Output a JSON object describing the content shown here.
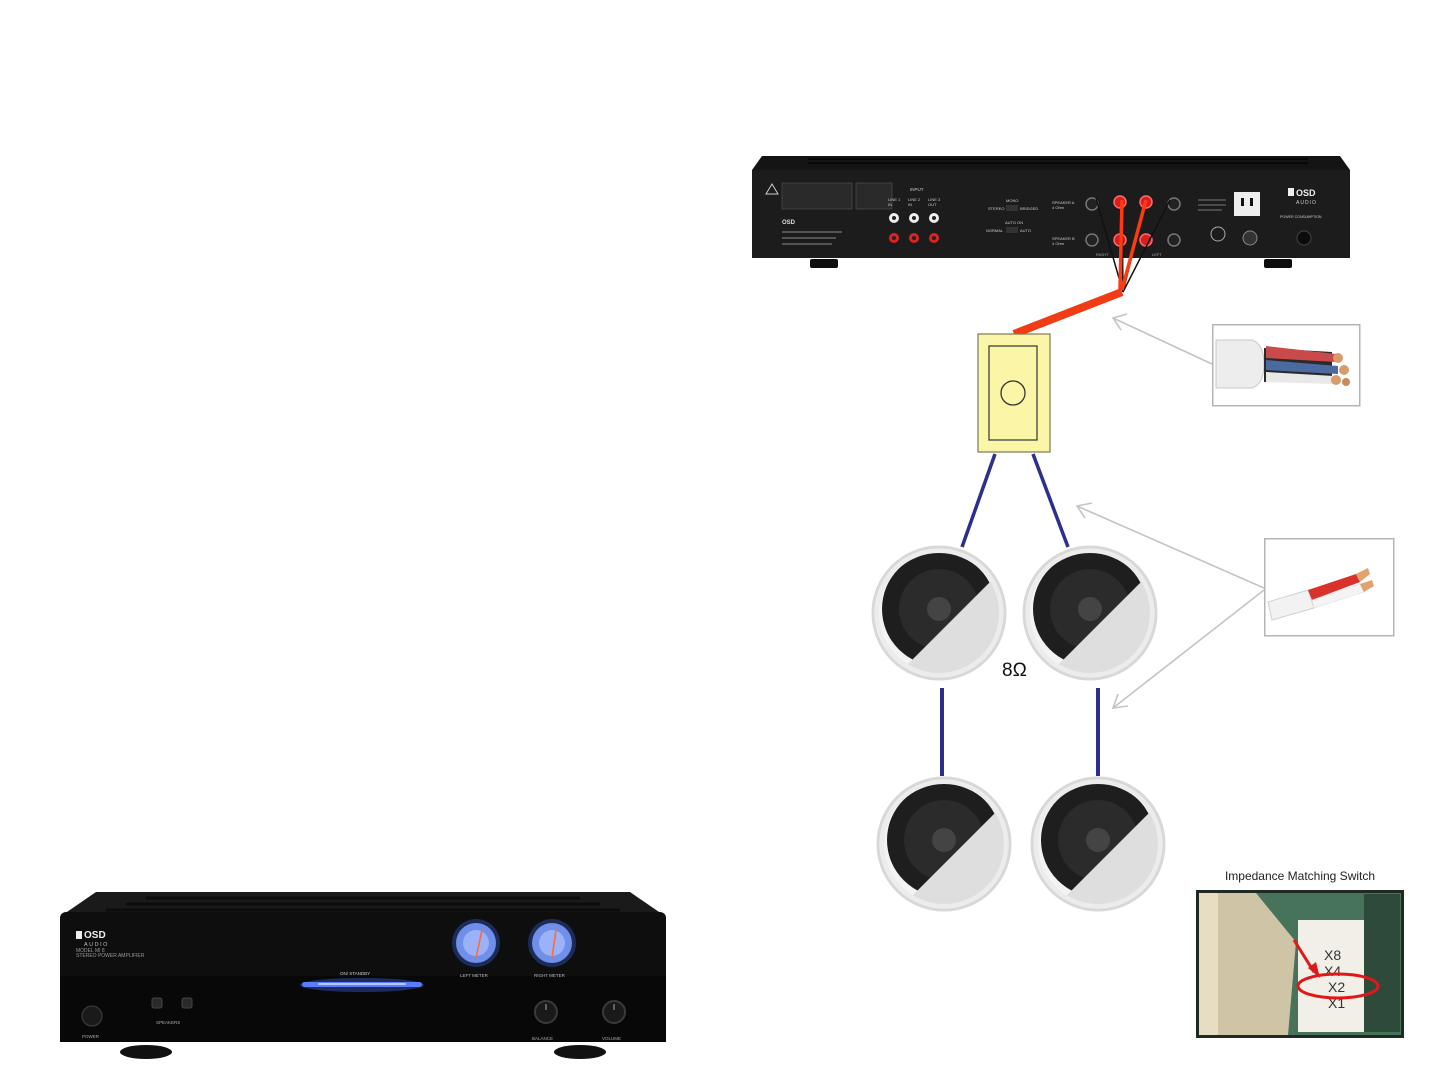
{
  "rear_amp": {
    "brand": "OSD",
    "brand_sub": "AUDIO",
    "input_header": "INPUT",
    "line1": "LINE 1\nIN",
    "line2": "LINE 2\nIN",
    "line3": "LINE 3\nOUT",
    "mode_mono": "MONO",
    "mode_stereo": "STEREO",
    "mode_bridged": "BRIDGED",
    "auto_on": "AUTO ON",
    "mode_normal": "NORMAL",
    "mode_auto": "AUTO",
    "speaker_a": "SPEAKER A\n4 Ohm",
    "speaker_b": "SPEAKER B\n4 Ohm",
    "channel_left": "LEFT",
    "channel_right": "RIGHT",
    "power_consumption": "POWER CONSUMPTION"
  },
  "impedance": {
    "label": "8Ω"
  },
  "switch_photo": {
    "caption": "Impedance Matching Switch",
    "positions": [
      "X8",
      "X4",
      "X2",
      "X1"
    ]
  },
  "front_amp": {
    "brand": "OSD",
    "brand_sub": "AUDIO",
    "model": "MODEL MI 8",
    "type": "STEREO POWER AMPLIFIER",
    "standby": "ON/ STANDBY",
    "left_meter": "LEFT METER",
    "right_meter": "RIGHT METER",
    "power": "POWER",
    "speakers": "SPEAKERS",
    "balance": "BALANCE",
    "volume": "VOLUME"
  },
  "colors": {
    "speaker_wire": "#2e2e8c",
    "amp_wire": "#f03c14",
    "wallplate": "#fbf5a8",
    "meter_glow": "#4a6cff"
  }
}
